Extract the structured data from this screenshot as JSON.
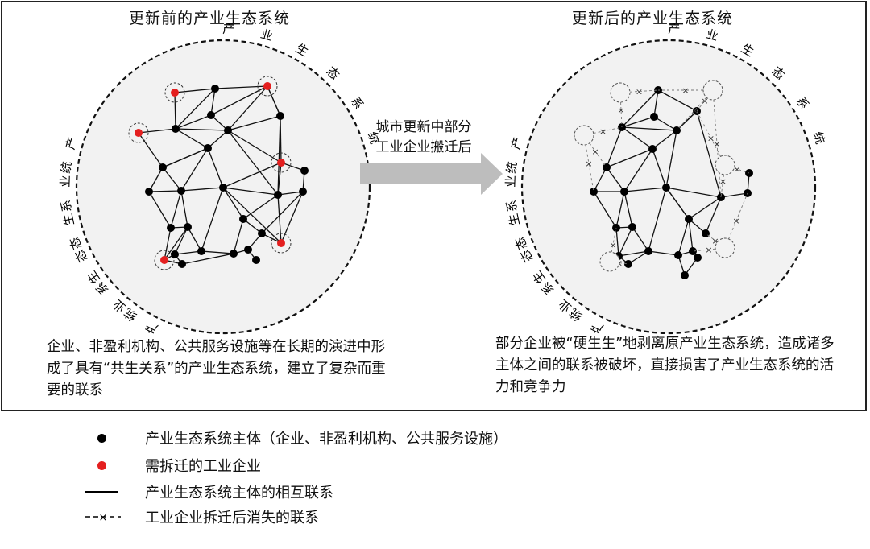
{
  "panels": {
    "before_title": "更新前的产业生态系统",
    "after_title": "更新后的产业生态系统",
    "ring_label": "产业生态系统",
    "arrow_label_line1": "城市更新中部分",
    "arrow_label_line2": "工业企业搬迁后",
    "before_desc": "企业、非盈利机构、公共服务设施等在长期的演进中形成了具有“共生关系”的产业生态系统，建立了复杂而重要的联系",
    "after_desc": "部分企业被“硬生生”地剥离原产业生态系统，造成诸多主体之间的联系被破坏，直接损害了产业生态系统的活力和竞争力"
  },
  "legend": [
    {
      "symbol": "black-dot",
      "label": "产业生态系统主体（企业、非盈利机构、公共服务设施）"
    },
    {
      "symbol": "red-dot",
      "label": "需拆迁的工业企业"
    },
    {
      "symbol": "solid-line",
      "label": "产业生态系统主体的相互联系"
    },
    {
      "symbol": "dashed-x-line",
      "label": "工业企业拆迁后消失的联系"
    }
  ],
  "colors": {
    "node": "#000000",
    "relocated_node": "#e41f1f",
    "circle_fill": "#f2f2f2",
    "arrow": "#bdbdbd"
  }
}
